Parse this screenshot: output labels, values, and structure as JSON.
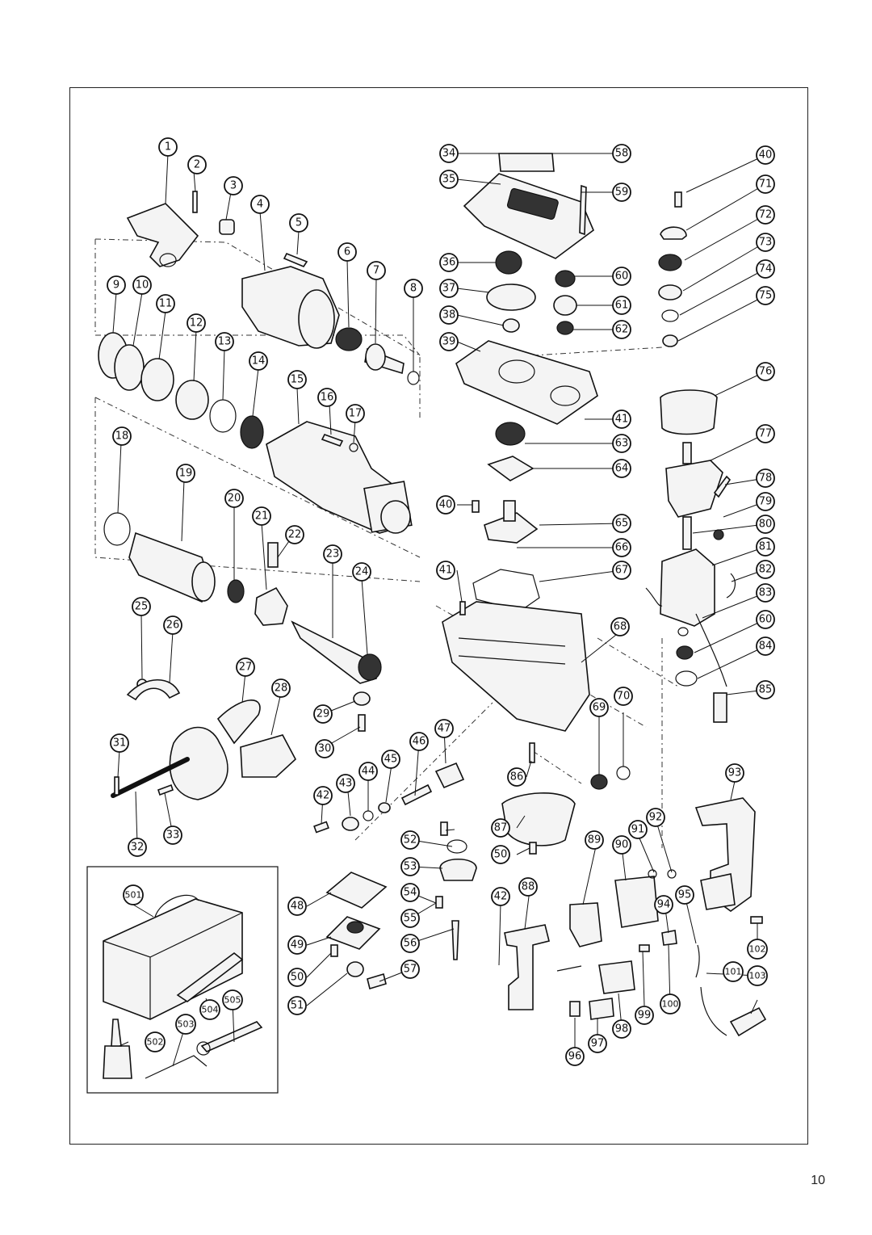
{
  "page_number": "10",
  "parts": [
    {
      "id": "p1",
      "label": "1"
    },
    {
      "id": "p2",
      "label": "2"
    },
    {
      "id": "p3",
      "label": "3"
    },
    {
      "id": "p4",
      "label": "4"
    },
    {
      "id": "p5",
      "label": "5"
    },
    {
      "id": "p6",
      "label": "6"
    },
    {
      "id": "p7",
      "label": "7"
    },
    {
      "id": "p8",
      "label": "8"
    },
    {
      "id": "p9",
      "label": "9"
    },
    {
      "id": "p10",
      "label": "10"
    },
    {
      "id": "p11",
      "label": "11"
    },
    {
      "id": "p12",
      "label": "12"
    },
    {
      "id": "p13",
      "label": "13"
    },
    {
      "id": "p14",
      "label": "14"
    },
    {
      "id": "p15",
      "label": "15"
    },
    {
      "id": "p16",
      "label": "16"
    },
    {
      "id": "p17",
      "label": "17"
    },
    {
      "id": "p18",
      "label": "18"
    },
    {
      "id": "p19",
      "label": "19"
    },
    {
      "id": "p20",
      "label": "20"
    },
    {
      "id": "p21",
      "label": "21"
    },
    {
      "id": "p22",
      "label": "22"
    },
    {
      "id": "p23",
      "label": "23"
    },
    {
      "id": "p24",
      "label": "24"
    },
    {
      "id": "p25",
      "label": "25"
    },
    {
      "id": "p26",
      "label": "26"
    },
    {
      "id": "p27",
      "label": "27"
    },
    {
      "id": "p28",
      "label": "28"
    },
    {
      "id": "p29",
      "label": "29"
    },
    {
      "id": "p30",
      "label": "30"
    },
    {
      "id": "p31",
      "label": "31"
    },
    {
      "id": "p32",
      "label": "32"
    },
    {
      "id": "p33",
      "label": "33"
    },
    {
      "id": "p34",
      "label": "34"
    },
    {
      "id": "p35",
      "label": "35"
    },
    {
      "id": "p36",
      "label": "36"
    },
    {
      "id": "p37",
      "label": "37"
    },
    {
      "id": "p38",
      "label": "38"
    },
    {
      "id": "p39",
      "label": "39"
    },
    {
      "id": "p40a",
      "label": "40"
    },
    {
      "id": "p40b",
      "label": "40"
    },
    {
      "id": "p41a",
      "label": "41"
    },
    {
      "id": "p41b",
      "label": "41"
    },
    {
      "id": "p42a",
      "label": "42"
    },
    {
      "id": "p42b",
      "label": "42"
    },
    {
      "id": "p43",
      "label": "43"
    },
    {
      "id": "p44",
      "label": "44"
    },
    {
      "id": "p45",
      "label": "45"
    },
    {
      "id": "p46",
      "label": "46"
    },
    {
      "id": "p47",
      "label": "47"
    },
    {
      "id": "p48",
      "label": "48"
    },
    {
      "id": "p49",
      "label": "49"
    },
    {
      "id": "p50a",
      "label": "50"
    },
    {
      "id": "p50b",
      "label": "50"
    },
    {
      "id": "p51",
      "label": "51"
    },
    {
      "id": "p52",
      "label": "52"
    },
    {
      "id": "p53",
      "label": "53"
    },
    {
      "id": "p54",
      "label": "54"
    },
    {
      "id": "p55",
      "label": "55"
    },
    {
      "id": "p56",
      "label": "56"
    },
    {
      "id": "p57",
      "label": "57"
    },
    {
      "id": "p58",
      "label": "58"
    },
    {
      "id": "p59",
      "label": "59"
    },
    {
      "id": "p60a",
      "label": "60"
    },
    {
      "id": "p60b",
      "label": "60"
    },
    {
      "id": "p61",
      "label": "61"
    },
    {
      "id": "p62",
      "label": "62"
    },
    {
      "id": "p63",
      "label": "63"
    },
    {
      "id": "p64",
      "label": "64"
    },
    {
      "id": "p65",
      "label": "65"
    },
    {
      "id": "p66",
      "label": "66"
    },
    {
      "id": "p67",
      "label": "67"
    },
    {
      "id": "p68",
      "label": "68"
    },
    {
      "id": "p69",
      "label": "69"
    },
    {
      "id": "p70",
      "label": "70"
    },
    {
      "id": "p71",
      "label": "71"
    },
    {
      "id": "p72",
      "label": "72"
    },
    {
      "id": "p73",
      "label": "73"
    },
    {
      "id": "p74",
      "label": "74"
    },
    {
      "id": "p75",
      "label": "75"
    },
    {
      "id": "p76",
      "label": "76"
    },
    {
      "id": "p77",
      "label": "77"
    },
    {
      "id": "p78",
      "label": "78"
    },
    {
      "id": "p79",
      "label": "79"
    },
    {
      "id": "p80",
      "label": "80"
    },
    {
      "id": "p81",
      "label": "81"
    },
    {
      "id": "p82",
      "label": "82"
    },
    {
      "id": "p83",
      "label": "83"
    },
    {
      "id": "p84",
      "label": "84"
    },
    {
      "id": "p85",
      "label": "85"
    },
    {
      "id": "p86",
      "label": "86"
    },
    {
      "id": "p87",
      "label": "87"
    },
    {
      "id": "p88",
      "label": "88"
    },
    {
      "id": "p89",
      "label": "89"
    },
    {
      "id": "p90",
      "label": "90"
    },
    {
      "id": "p91",
      "label": "91"
    },
    {
      "id": "p92",
      "label": "92"
    },
    {
      "id": "p93",
      "label": "93"
    },
    {
      "id": "p94",
      "label": "94"
    },
    {
      "id": "p95",
      "label": "95"
    },
    {
      "id": "p96",
      "label": "96"
    },
    {
      "id": "p97",
      "label": "97"
    },
    {
      "id": "p98",
      "label": "98"
    },
    {
      "id": "p99",
      "label": "99"
    },
    {
      "id": "p100",
      "label": "100"
    },
    {
      "id": "p101",
      "label": "101"
    },
    {
      "id": "p102",
      "label": "102"
    },
    {
      "id": "p103",
      "label": "103"
    },
    {
      "id": "p501",
      "label": "501"
    },
    {
      "id": "p502",
      "label": "502"
    },
    {
      "id": "p503",
      "label": "503"
    },
    {
      "id": "p504",
      "label": "504"
    },
    {
      "id": "p505",
      "label": "505"
    }
  ]
}
